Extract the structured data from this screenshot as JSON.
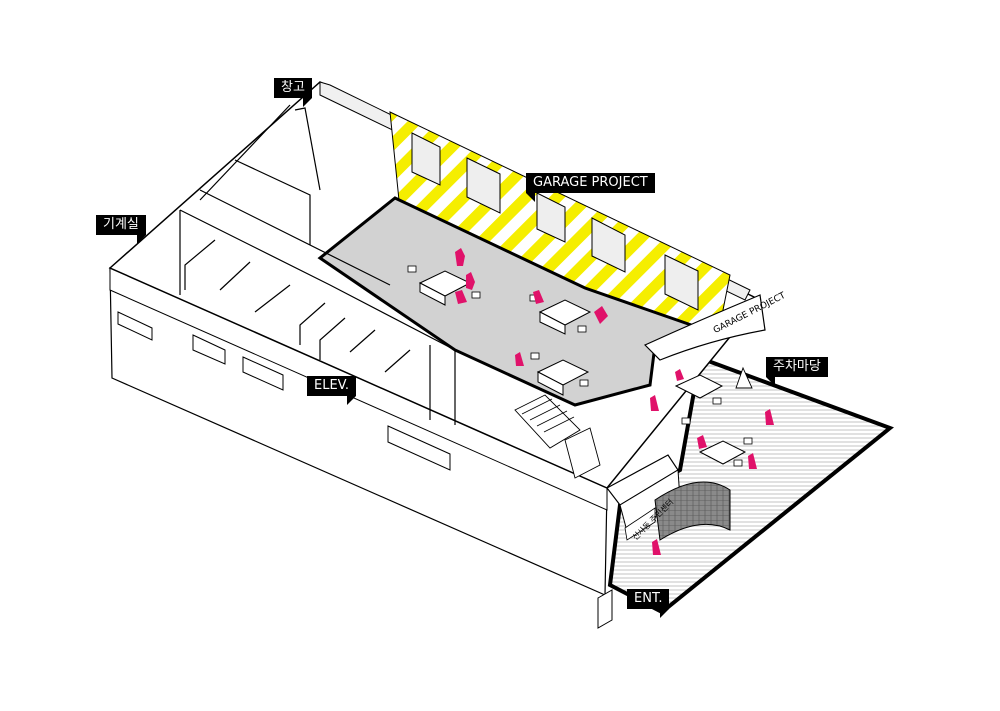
{
  "labels": {
    "storage": "창고",
    "machine_room": "기계실",
    "garage_project": "GARAGE PROJECT",
    "parking_yard": "주차마당",
    "elevator": "ELEV.",
    "entrance": "ENT."
  },
  "signage": {
    "facade_sign": "GARAGE PROJECT",
    "vertical_sign": "신사동 주민센터"
  },
  "colors": {
    "stripe_yellow": "#f5ee00",
    "floor_gray": "#d2d2d2",
    "figure_magenta": "#e0126a",
    "line": "#000000"
  }
}
